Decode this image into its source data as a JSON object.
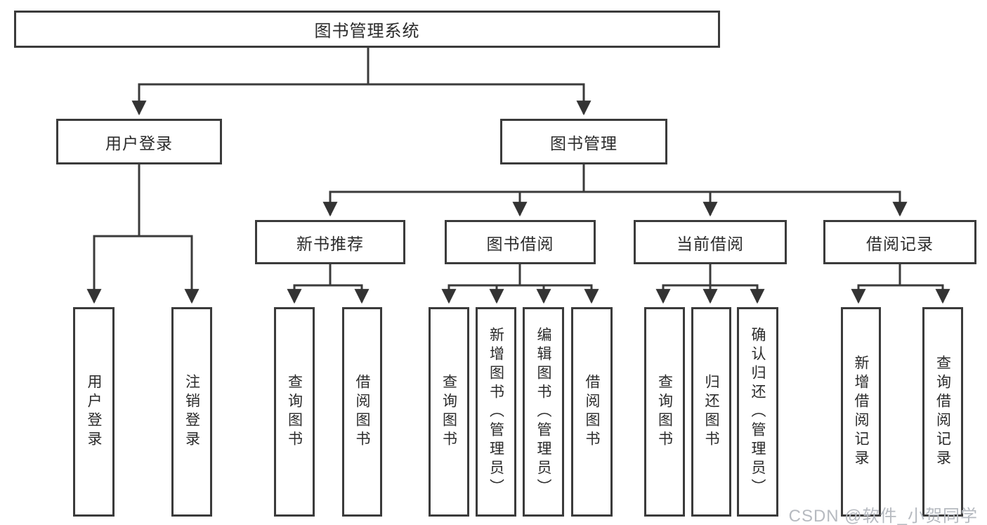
{
  "nodes": {
    "root": "图书管理系统",
    "user_login": "用户登录",
    "book_mgmt": "图书管理",
    "new_book_rec": "新书推荐",
    "book_borrow": "图书借阅",
    "current_borrow": "当前借阅",
    "borrow_records": "借阅记录",
    "leaf_user_login": "用户登录",
    "leaf_logout": "注销登录",
    "leaf_nbr_query": "查询图书",
    "leaf_nbr_borrow": "借阅图书",
    "leaf_bb_query": "查询图书",
    "leaf_bb_add": "新增图书（管理员）",
    "leaf_bb_edit": "编辑图书（管理员）",
    "leaf_bb_borrow": "借阅图书",
    "leaf_cb_query": "查询图书",
    "leaf_cb_return": "归还图书",
    "leaf_cb_confirm": "确认归还（管理员）",
    "leaf_br_add": "新增借阅记录",
    "leaf_br_query": "查询借阅记录"
  },
  "hierarchy": {
    "图书管理系统": {
      "用户登录": [
        "用户登录",
        "注销登录"
      ],
      "图书管理": {
        "新书推荐": [
          "查询图书",
          "借阅图书"
        ],
        "图书借阅": [
          "查询图书",
          "新增图书（管理员）",
          "编辑图书（管理员）",
          "借阅图书"
        ],
        "当前借阅": [
          "查询图书",
          "归还图书",
          "确认归还（管理员）"
        ],
        "借阅记录": [
          "新增借阅记录",
          "查询借阅记录"
        ]
      }
    }
  },
  "watermark": {
    "text": "CSDN @软件_小贺同学"
  },
  "colors": {
    "line": "#3b3b3b",
    "text": "#2b2b2b",
    "box_background": "#ffffff",
    "watermark": "#b6bac0"
  }
}
